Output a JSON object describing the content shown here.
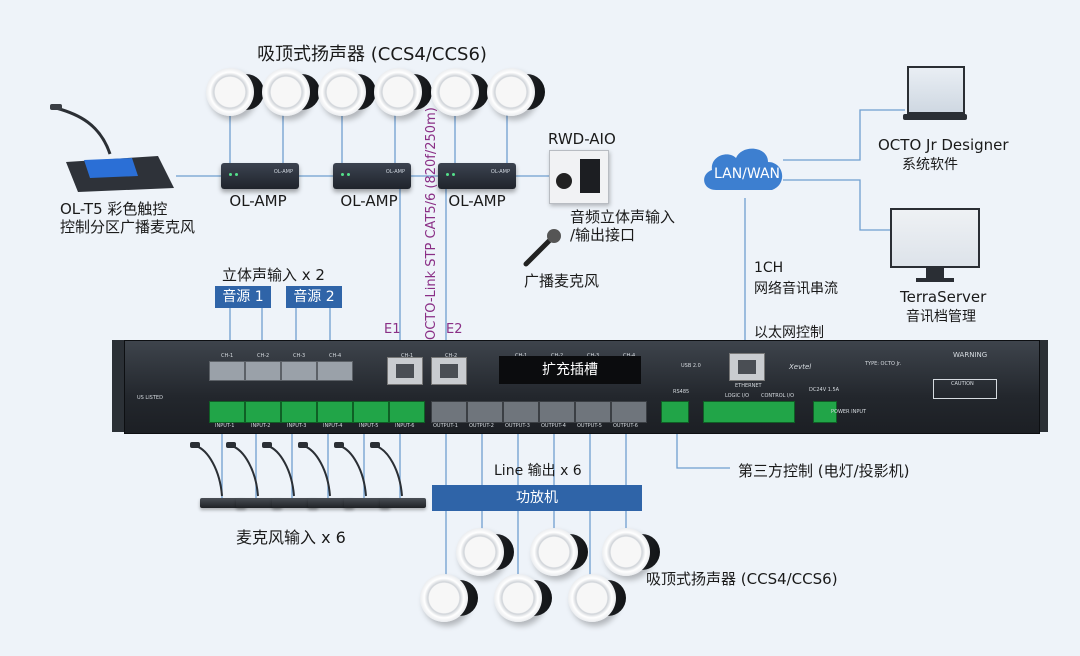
{
  "title_top": "吸顶式扬声器 (CCS4/CCS6)",
  "title_bottom": "吸顶式扬声器 (CCS4/CCS6)",
  "ol_t5": {
    "line1": "OL-T5   彩色触控",
    "line2": "控制分区广播麦克风"
  },
  "amps": [
    "OL-AMP",
    "OL-AMP",
    "OL-AMP"
  ],
  "amp_badge": "OL-AMP",
  "rwd": {
    "name": "RWD-AIO",
    "desc1": "音频立体声输入",
    "desc2": "/输出接口"
  },
  "broadcast_mic": "广播麦克风",
  "vertical_cable": "OCTO-Link STP CAT5/6 (820f/250m)",
  "lan_wan": "LAN/WAN",
  "designer": {
    "name": "OCTO Jr Designer",
    "desc": "系统软件"
  },
  "terraserver": {
    "name": "TerraServer",
    "desc": "音讯档管理"
  },
  "stream": {
    "line1": "1CH",
    "line2": "网络音讯串流"
  },
  "ethernet_ctrl": "以太网控制",
  "stereo_input": "立体声输入  x 2",
  "sources": [
    "音源  1",
    "音源  2"
  ],
  "e1": "E1",
  "e2": "E2",
  "expansion_slot": "扩充插槽",
  "line_output": "Line 输出 x 6",
  "power_amp": "功放机",
  "third_party": "第三方控制  (电灯/投影机)",
  "mic_input": "麦克风输入   x 6",
  "panel": {
    "ch_top": [
      "CH-1",
      "CH-2",
      "CH-3",
      "CH-4",
      "CH-1",
      "CH-2",
      "CH-1",
      "CH-2",
      "CH-3",
      "CH-4"
    ],
    "inputs": [
      "INPUT-1",
      "INPUT-2",
      "INPUT-3",
      "INPUT-4",
      "INPUT-5",
      "INPUT-6"
    ],
    "outputs": [
      "OUTPUT-1",
      "OUTPUT-2",
      "OUTPUT-3",
      "OUTPUT-4",
      "OUTPUT-5",
      "OUTPUT-6"
    ],
    "ethernet": "ETHERNET",
    "brand": "Xevtel",
    "warning": "WARNING",
    "caution": "CAUTION",
    "power": "POWER INPUT",
    "dc": "DC24V 1.5A",
    "rs485": "RS485",
    "usb": "USB 2.0",
    "logic": "LOGIC I/O",
    "control_io": "CONTROL I/O",
    "listed": "US LISTED",
    "type": "TYPE: OCTO Jr."
  },
  "colors": {
    "accent_blue": "#2f64a8",
    "cable_purple": "#8a2f86",
    "wire_blue": "#6f9fd0",
    "panel_green": "#21a548"
  }
}
